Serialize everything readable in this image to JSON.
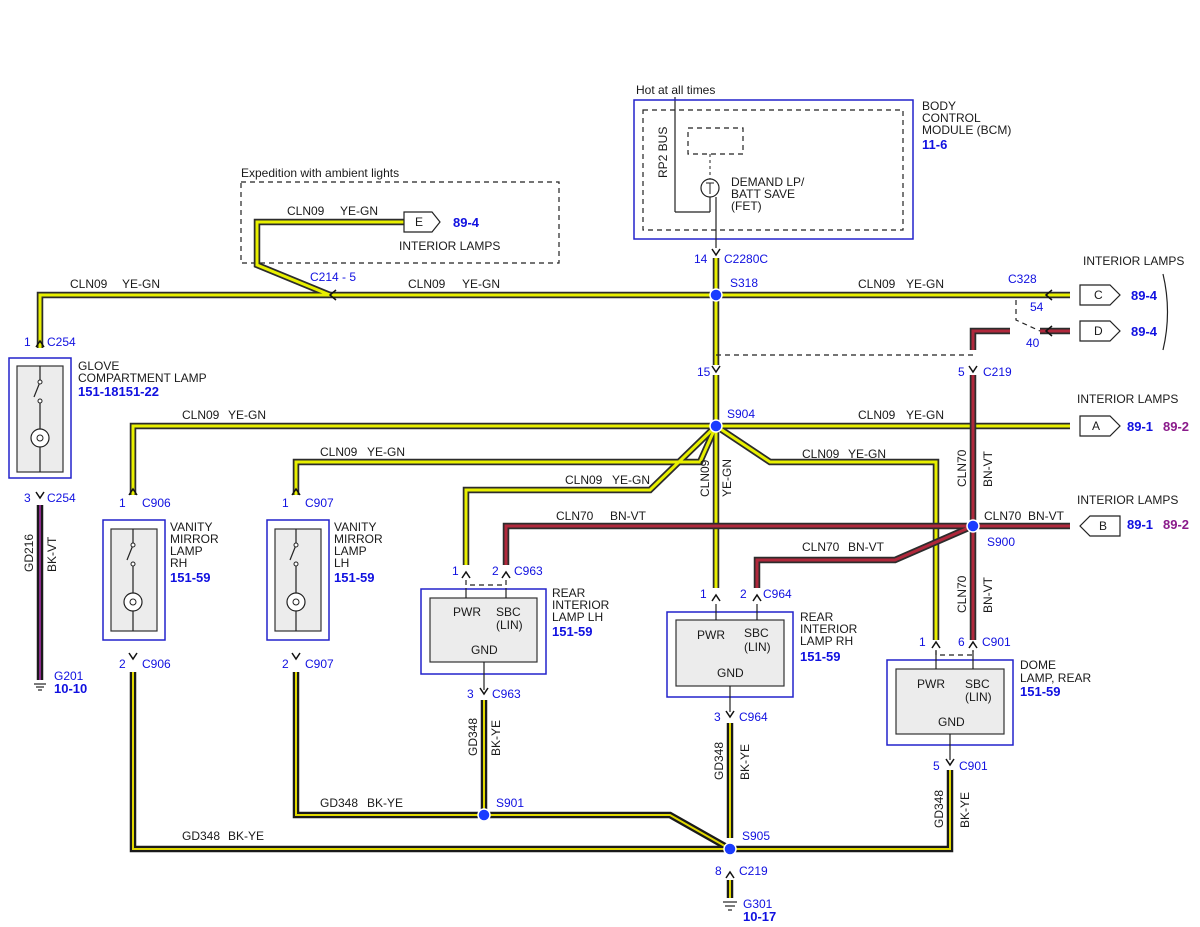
{
  "hot_label": "Hot at all times",
  "bcm": {
    "name_lines": [
      "BODY",
      "CONTROL",
      "MODULE (BCM)"
    ],
    "ref": "11-6",
    "bus": "RP2 BUS",
    "fet_lines": [
      "DEMAND LP/",
      "BATT SAVE",
      "(FET)"
    ],
    "pin": "14",
    "connector": "C2280C"
  },
  "expedition": {
    "label": "Expedition with ambient lights",
    "wire": "CLN09",
    "color": "YE-GN",
    "connector_letter": "E",
    "ref": "89-4",
    "dest": "INTERIOR LAMPS"
  },
  "splices": {
    "s318": "S318",
    "s904": "S904",
    "s900": "S900",
    "s901": "S901",
    "s905": "S905",
    "c214": "C214 - 5"
  },
  "wires": {
    "cln09": "CLN09",
    "yegn": "YE-GN",
    "cln70": "CLN70",
    "bnvt": "BN-VT",
    "gd348": "GD348",
    "bkye": "BK-YE",
    "gd216": "GD216",
    "bkvt": "BK-VT"
  },
  "interior_lamps": {
    "label": "INTERIOR LAMPS",
    "c328": "C328",
    "pin_c": "54",
    "pin_d": "40",
    "letter_c": "C",
    "letter_d": "D",
    "letter_a": "A",
    "letter_b": "B",
    "ref_cd": "89-4",
    "ref_ab1": "89-1",
    "ref_ab2": "89-2"
  },
  "glove": {
    "name_lines": [
      "GLOVE",
      "COMPARTMENT LAMP"
    ],
    "ref": "151-18151-22",
    "pin_top": "1",
    "pin_bottom": "3",
    "connector": "C254",
    "ground": "G201",
    "ground_ref": "10-10"
  },
  "vanity_rh": {
    "name_lines": [
      "VANITY",
      "MIRROR",
      "LAMP",
      "RH"
    ],
    "ref": "151-59",
    "pin_top": "1",
    "pin_bottom": "2",
    "connector": "C906"
  },
  "vanity_lh": {
    "name_lines": [
      "VANITY",
      "MIRROR",
      "LAMP",
      "LH"
    ],
    "ref": "151-59",
    "pin_top": "1",
    "pin_bottom": "2",
    "connector": "C907"
  },
  "rear_lh": {
    "name_lines": [
      "REAR",
      "INTERIOR",
      "LAMP LH"
    ],
    "ref": "151-59",
    "pin1": "1",
    "pin2": "2",
    "pin3": "3",
    "connector": "C963",
    "pwr": "PWR",
    "sbc": "SBC",
    "lin": "(LIN)",
    "gnd": "GND"
  },
  "rear_rh": {
    "name_lines": [
      "REAR",
      "INTERIOR",
      "LAMP RH"
    ],
    "ref": "151-59",
    "pin1": "1",
    "pin2": "2",
    "pin3": "3",
    "connector": "C964",
    "pwr": "PWR",
    "sbc": "SBC",
    "lin": "(LIN)",
    "gnd": "GND"
  },
  "dome": {
    "name_lines": [
      "DOME",
      "LAMP, REAR"
    ],
    "ref": "151-59",
    "pin1": "1",
    "pin6": "6",
    "pin5": "5",
    "connector": "C901",
    "pwr": "PWR",
    "sbc": "SBC",
    "lin": "(LIN)",
    "gnd": "GND"
  },
  "c219": {
    "connector": "C219",
    "pin15": "15",
    "pin5": "5",
    "pin8": "8"
  },
  "ground_main": {
    "name": "G301",
    "ref": "10-17"
  },
  "colors": {
    "yegn": "#e8f000",
    "bnvt": "#b0283c",
    "bkye": "#e0d800",
    "bkvt": "#8a2a8a",
    "outline": "#2222cc"
  }
}
